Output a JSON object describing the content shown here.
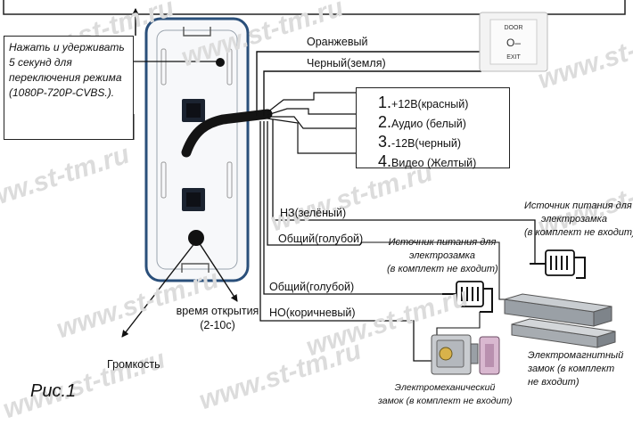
{
  "note": "Нажать и удерживать 5 секунд для переключения режима (1080P-720P-CVBS.).",
  "connector_lines": [
    {
      "num": "1.",
      "text": "+12В(красный)"
    },
    {
      "num": "2.",
      "text": "Аудио (белый)"
    },
    {
      "num": "3.",
      "text": "-12В(черный)"
    },
    {
      "num": "4.",
      "text": "Видео (Желтый)"
    }
  ],
  "wires": {
    "orange": "Оранжевый",
    "black_ground": "Черный(земля)",
    "nc_green": "НЗ(зелёный)",
    "common_blue_1": "Общий(голубой)",
    "common_blue_2": "Общий(голубой)",
    "no_brown": "НО(коричневый)"
  },
  "power_supply_1": {
    "line1": "Источник питания для",
    "line2": "электрозамка",
    "line3": "(в комплект не входит)"
  },
  "power_supply_2": {
    "line1": "Источник питания для",
    "line2": "электрозамка",
    "line3": "(в комплект не входит)"
  },
  "maglock": {
    "line1": "Электромагнитный",
    "line2": "замок (в комплект",
    "line3": "не входит)"
  },
  "electromech_lock": {
    "line1": "Электромеханический",
    "line2": "замок (в комплект не входит)"
  },
  "open_time": {
    "line1": "время открытия",
    "line2": "(2-10с)"
  },
  "volume": "Громкость",
  "exit_button": {
    "top": "DOOR",
    "bottom": "EXIT"
  },
  "figure_title": "Рис.1",
  "watermark": "www.st-tm.ru",
  "colors": {
    "panel_border": "#2a4f7a",
    "panel_fill": "#f7f8fa",
    "wire": "#111111",
    "watermark": "#dcdcdc"
  }
}
